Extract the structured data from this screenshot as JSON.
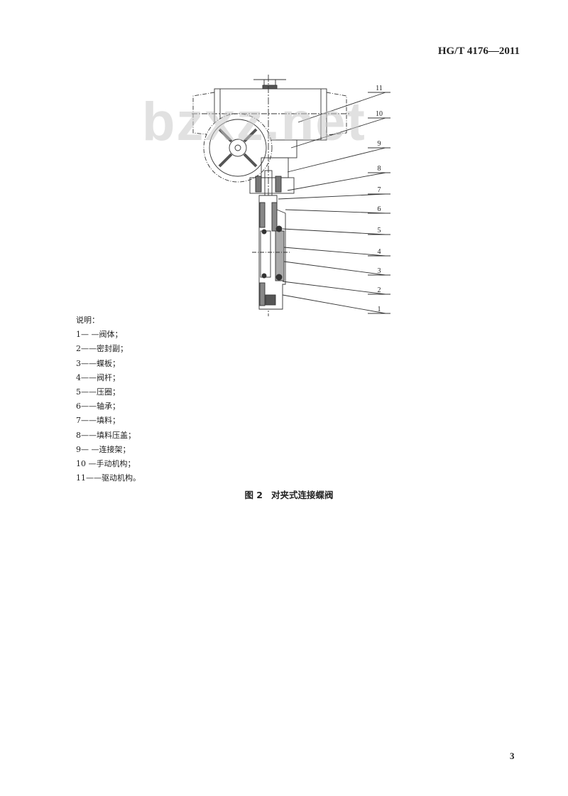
{
  "header": {
    "standard_number": "HG/T 4176—2011"
  },
  "watermark": "bzxz.net",
  "figure": {
    "callouts": [
      "11",
      "10",
      "9",
      "8",
      "7",
      "6",
      "5",
      "4",
      "3",
      "2",
      "1"
    ],
    "legend_title": "说明：",
    "legend_items": [
      "1— —阀体；",
      "2——密封副；",
      "3——蝶板；",
      "4——阀杆；",
      "5——压圈；",
      "6——轴承；",
      "7——填料；",
      "8——填料压盖；",
      "9— —连接架；",
      "10 —手动机构；",
      "11——驱动机构。"
    ],
    "caption_number": "图 2",
    "caption_title": "对夹式连接蝶阀"
  },
  "page_number": "3"
}
